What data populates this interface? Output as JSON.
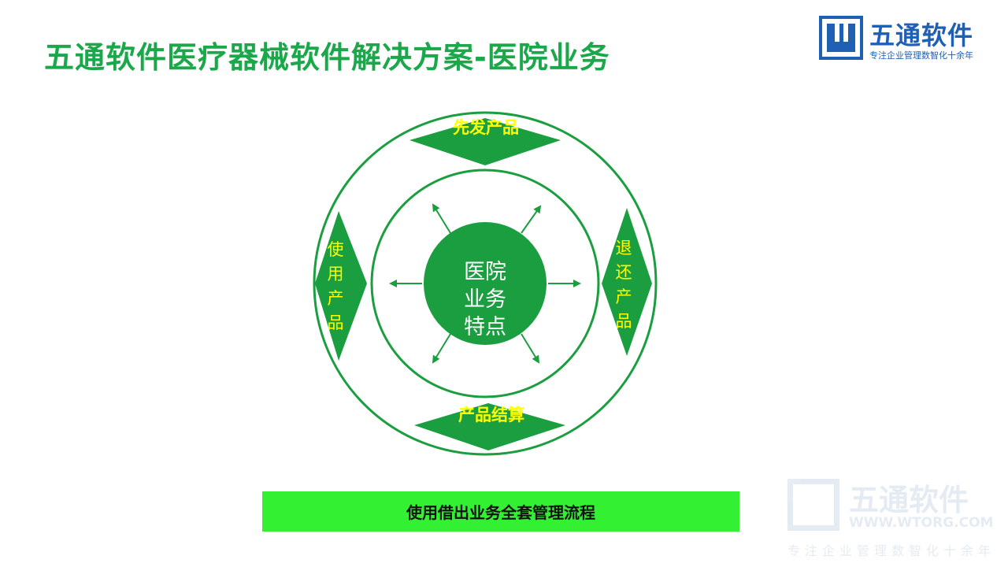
{
  "slide": {
    "title": "五通软件医疗器械软件解决方案-医院业务"
  },
  "logo": {
    "name": "五通软件",
    "tagline": "专注企业管理数智化十余年"
  },
  "diagram": {
    "center": "医院业务特点",
    "petals": {
      "top": "先发产品",
      "right": "退还产品",
      "bottom": "产品结算",
      "left": "使用产品"
    }
  },
  "banner": {
    "text": "使用借出业务全套管理流程"
  },
  "watermark": {
    "name": "五通软件",
    "url": "WWW.WTORG.COM",
    "tagline": "专注企业管理数智化十余年"
  },
  "colors": {
    "title": "#1aa84a",
    "diagram_green": "#1a9e3f",
    "petal_text": "#ffff00",
    "banner_bg": "#33f033",
    "logo_blue": "#1f5fb4"
  }
}
